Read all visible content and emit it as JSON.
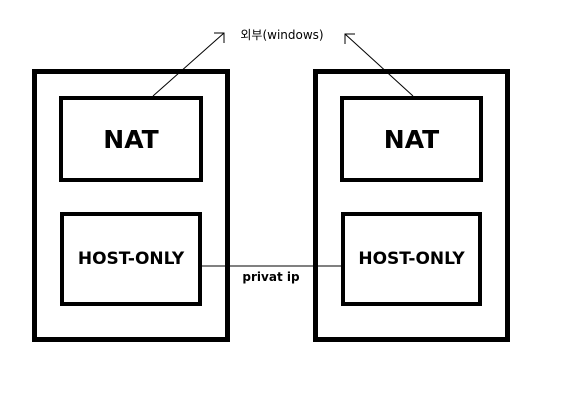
{
  "external": {
    "label": "외부(windows)"
  },
  "left_machine": {
    "nat_label": "NAT",
    "host_only_label": "HOST-ONLY"
  },
  "right_machine": {
    "nat_label": "NAT",
    "host_only_label": "HOST-ONLY"
  },
  "link": {
    "label": "privat ip"
  },
  "colors": {
    "stroke": "#000000",
    "background": "#ffffff"
  }
}
